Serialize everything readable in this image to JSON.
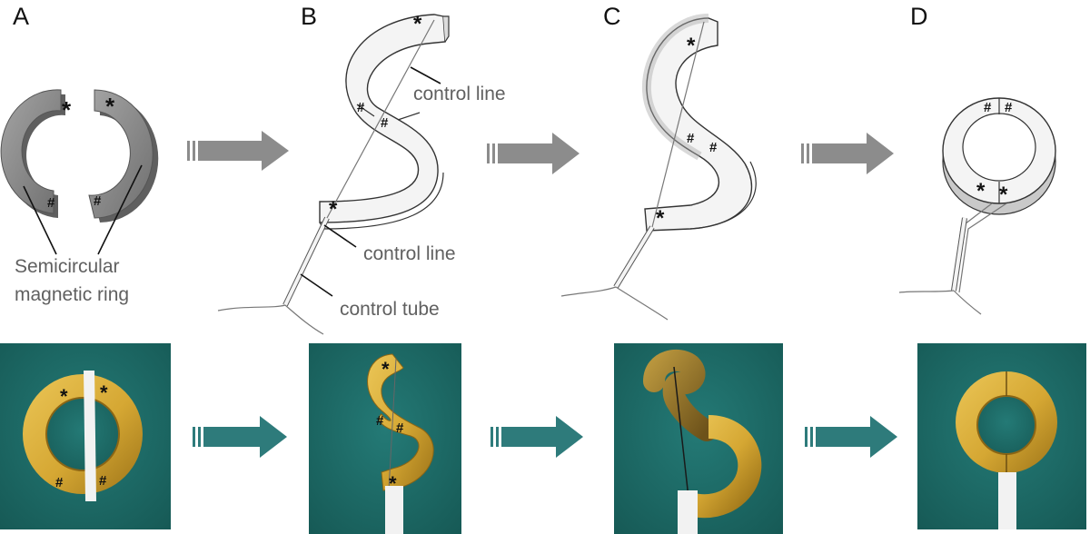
{
  "panels": [
    {
      "letter": "A"
    },
    {
      "letter": "B"
    },
    {
      "letter": "C"
    },
    {
      "letter": "D"
    }
  ],
  "labels": {
    "ring_line1": "Semicircular",
    "ring_line2": "magnetic ring",
    "control_line": "control line",
    "control_tube": "control tube"
  },
  "marks": {
    "star": "*",
    "hash": "#"
  },
  "colors": {
    "schematic_arrow": "#8c8c8c",
    "photo_arrow": "#2e7b7b",
    "photo_background": "#1d6b68",
    "magnet_gold": "#d9ad3a",
    "magnet_gray": "#8e8e8e",
    "schematic_white": "#f4f4f4"
  }
}
